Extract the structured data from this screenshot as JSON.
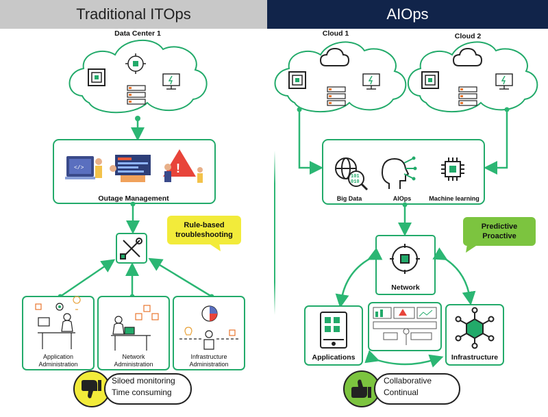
{
  "headers": {
    "left": "Traditional ITOps",
    "right": "AIOps"
  },
  "left": {
    "datacenter_label": "Data Center 1",
    "outage_label": "Outage Management",
    "bubble_line1": "Rule-based",
    "bubble_line2": "troubleshooting",
    "admin_boxes": [
      {
        "line1": "Application",
        "line2": "Administration"
      },
      {
        "line1": "Network",
        "line2": "Administration"
      },
      {
        "line1": "Infrastructure",
        "line2": "Administration"
      }
    ],
    "verdict_line1": "Siloed monitoring",
    "verdict_line2": "Time consuming"
  },
  "right": {
    "cloud1_label": "Cloud 1",
    "cloud2_label": "Cloud 2",
    "ai_items": [
      "Big Data",
      "AIOps",
      "Machine learning"
    ],
    "bubble_line1": "Predictive",
    "bubble_line2": "Proactive",
    "network_label": "Network",
    "applications_label": "Applications",
    "infrastructure_label": "Infrastructure",
    "verdict_line1": "Collaborative",
    "verdict_line2": "Continual"
  },
  "colors": {
    "accent_green": "#22aa6a",
    "arrow_green": "#2bb673",
    "header_navy": "#11244a",
    "header_gray": "#c8c8c8",
    "bubble_yellow": "#f2eb3a",
    "bubble_green": "#7cc43f"
  }
}
